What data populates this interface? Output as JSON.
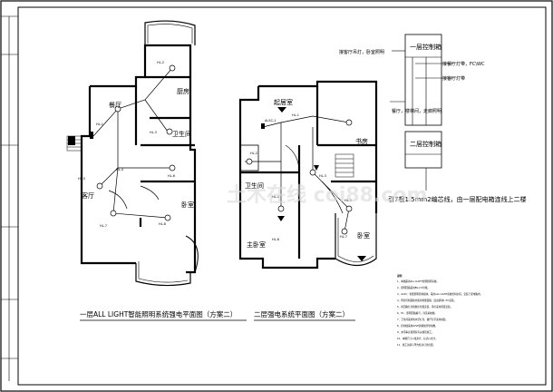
{
  "floor1": {
    "title": "一层ALL LIGHT智能照明系统强电平面图（方案二）",
    "rooms": {
      "kitchen": "厨房",
      "dining": "餐厅",
      "bath": "卫生间",
      "living": "客厅",
      "bedroom": "卧室"
    },
    "tags": [
      "HL-1",
      "HL-2",
      "HL-3",
      "HL-4",
      "HL-5",
      "HL-6",
      "HL-7",
      "HL-8"
    ]
  },
  "floor2": {
    "title": "二层强电系统平面图（方案二）",
    "rooms": {
      "bedroom_top": "起居室",
      "study": "书房",
      "bath": "卫生间",
      "master": "主卧室",
      "bedroom": "卧室"
    },
    "tags": [
      "ALSC-1",
      "HL-1",
      "HL-2",
      "HL-3",
      "HL-4",
      "HL-5",
      "HL-6",
      "HL-7"
    ]
  },
  "control1": {
    "box": "一层控制箱",
    "labels": [
      "接客厅吊灯，卧室照明",
      "接餐厅灯带，FC\\WC",
      "接客厅灯带",
      "餐厅，楼梯间，走廊照明"
    ]
  },
  "control2": {
    "box": "二层控制箱",
    "wire_note": "引7根1.5mm2编芯线，由一层配电箱连线上二楼"
  },
  "notes": {
    "heading": "说明：",
    "lines": [
      "1、本图采用ALL LIGHT智能照明系统。",
      "2、照明回路采用BV-2.5导线。",
      "3、ALSC：智能照明控制模块，采用ALL LIGHT系统控制主机，安装于配电箱内。",
      "4、所有控制面板均采用智能面板，底边距地1.3m安装。",
      "5、各回路灯具按图示位置安装，吊灯采用吊链安装。",
      "6、HL：照明回路编号，详见系统图。",
      "7、卫生间采用防水型灯具，餐厅灯带采用暗装。",
      "8、控制线采用RVVP屏蔽线穿管暗敷。",
      "9、未尽事宜按国家有关规范施工。",
      "10、本图尺寸以毫米计，标高以米计。",
      "11、施工前请与甲方核对灯具位置。"
    ]
  },
  "watermark": "土木在线 coi88.com"
}
